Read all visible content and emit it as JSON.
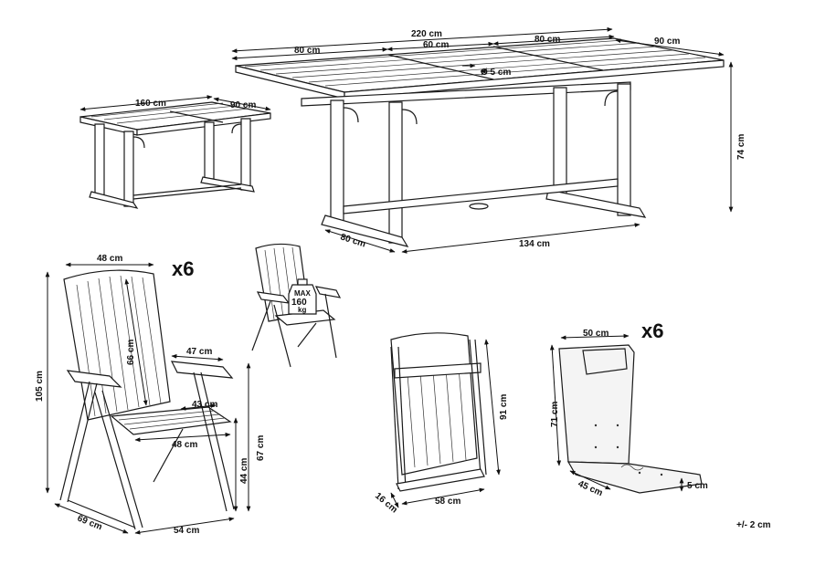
{
  "labels": {
    "table_length_extended": "220 cm",
    "table_end_section_left": "80 cm",
    "table_extension_leaf": "60 cm",
    "table_end_section_right": "80 cm",
    "table_width": "90 cm",
    "parasol_hole_diameter": "Ø 5 cm",
    "table_height": "74 cm",
    "table_leg_span_length": "134 cm",
    "table_leg_span_width": "80 cm",
    "table_length_folded": "160 cm",
    "table_width_folded": "90 cm",
    "chair_width": "48 cm",
    "chair_quantity": "x6",
    "chair_total_height": "105 cm",
    "chair_backrest_height": "66 cm",
    "chair_armrest_length": "47 cm",
    "chair_seat_depth": "43 cm",
    "chair_seat_width": "48 cm",
    "chair_seat_height": "44 cm",
    "chair_armrest_height": "67 cm",
    "chair_depth": "69 cm",
    "chair_leg_width": "54 cm",
    "max_load_title": "MAX",
    "max_load_value": "160",
    "max_load_unit": "kg",
    "folded_height": "91 cm",
    "folded_width": "58 cm",
    "folded_depth": "16 cm",
    "cushion_width": "50 cm",
    "cushion_quantity": "x6",
    "cushion_length": "71 cm",
    "cushion_seat_depth": "45 cm",
    "cushion_thickness": "5 cm",
    "tolerance": "+/- 2 cm"
  }
}
